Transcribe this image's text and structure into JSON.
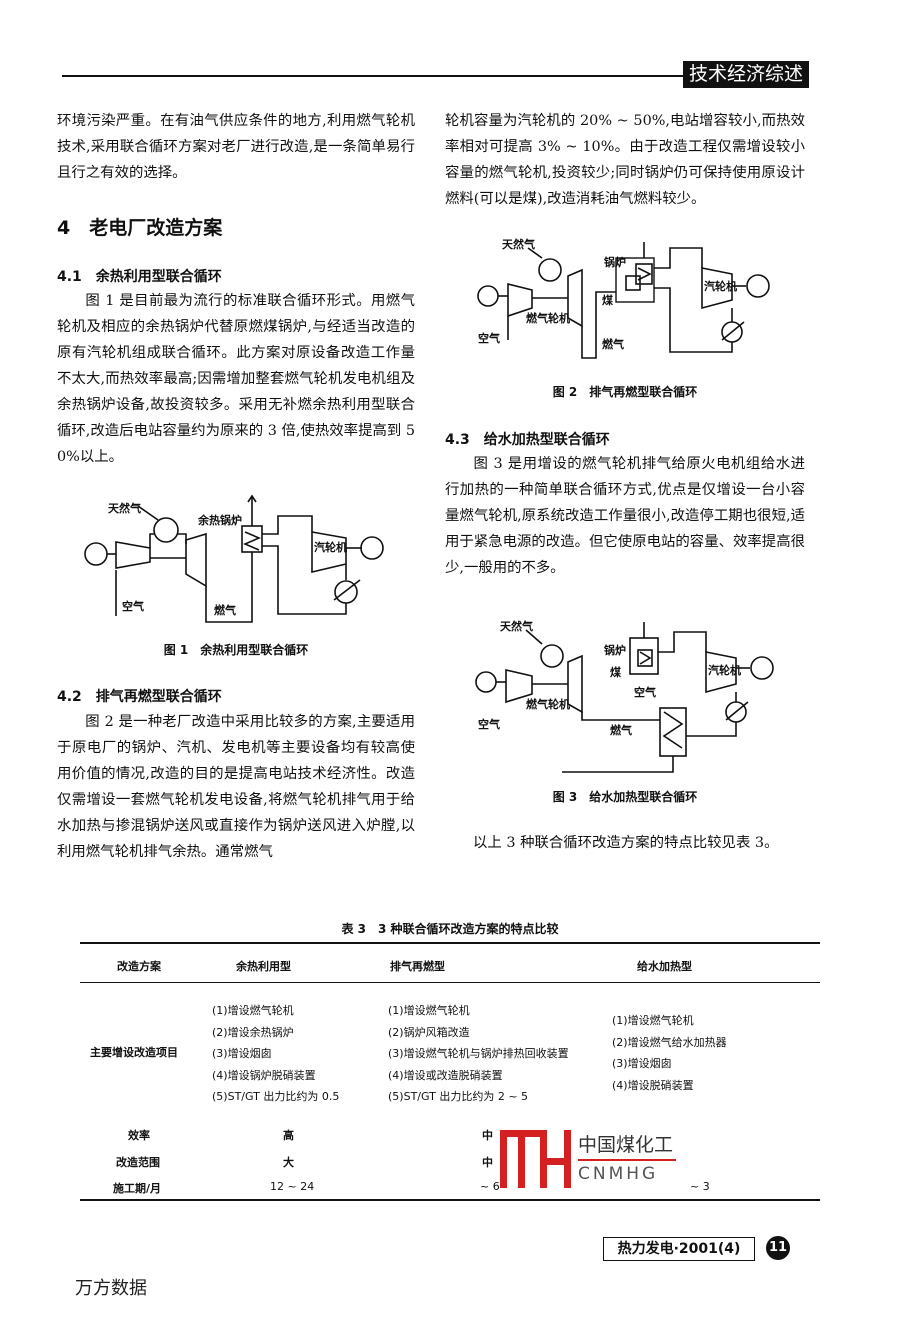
{
  "header": {
    "section_badge": "技术经济综述"
  },
  "left": {
    "p_intro": "环境污染严重。在有油气供应条件的地方,利用燃气轮机技术,采用联合循环方案对老厂进行改造,是一条简单易行且行之有效的选择。",
    "section_heading": "4　老电厂改造方案",
    "s41_heading": "4.1　余热利用型联合循环",
    "s41_para": "图 1 是目前最为流行的标准联合循环形式。用燃气轮机及相应的余热锅炉代替原燃煤锅炉,与经适当改造的原有汽轮机组成联合循环。此方案对原设备改造工作量不太大,而热效率最高;因需增加整套燃气轮机发电机组及余热锅炉设备,故投资较多。采用无补燃余热利用型联合循环,改造后电站容量约为原来的 3 倍,使热效率提高到 50%以上。",
    "fig1": {
      "labels": {
        "natural_gas": "天然气",
        "hrsg": "余热锅炉",
        "steam_turbine": "汽轮机",
        "air": "空气",
        "flue_gas": "燃气"
      },
      "caption": "图 1　余热利用型联合循环"
    },
    "s42_heading": "4.2　排气再燃型联合循环",
    "s42_para": "图 2 是一种老厂改造中采用比较多的方案,主要适用于原电厂的锅炉、汽机、发电机等主要设备均有较高使用价值的情况,改造的目的是提高电站技术经济性。改造仅需增设一套燃气轮机发电设备,将燃气轮机排气用于给水加热与掺混锅炉送风或直接作为锅炉送风进入炉膛,以利用燃气轮机排气余热。通常燃气"
  },
  "right": {
    "p_cont": "轮机容量为汽轮机的 20% ~ 50%,电站增容较小,而热效率相对可提高 3% ~ 10%。由于改造工程仅需增设较小容量的燃气轮机,投资较少;同时锅炉仍可保持使用原设计燃料(可以是煤),改造消耗油气燃料较少。",
    "fig2": {
      "labels": {
        "natural_gas": "天然气",
        "boiler": "锅炉",
        "coal": "煤",
        "steam_turbine": "汽轮机",
        "gas_turbine": "燃气轮机",
        "air": "空气",
        "flue_gas": "燃气"
      },
      "caption": "图 2　排气再燃型联合循环"
    },
    "s43_heading": "4.3　给水加热型联合循环",
    "s43_para": "图 3 是用增设的燃气轮机排气给原火电机组给水进行加热的一种简单联合循环方式,优点是仅增设一台小容量燃气轮机,原系统改造工作量很小,改造停工期也很短,适用于紧急电源的改造。但它使原电站的容量、效率提高很少,一般用的不多。",
    "fig3": {
      "labels": {
        "natural_gas": "天然气",
        "boiler": "锅炉",
        "coal": "煤",
        "air_small": "空气",
        "steam_turbine": "汽轮机",
        "gas_turbine": "燃气轮机",
        "air": "空气",
        "flue_gas": "燃气"
      },
      "caption": "图 3　给水加热型联合循环"
    },
    "closing": "以上 3 种联合循环改造方案的特点比较见表 3。"
  },
  "table": {
    "title": "表 3　3 种联合循环改造方案的特点比较",
    "headers": [
      "改造方案",
      "余热利用型",
      "排气再燃型",
      "给水加热型"
    ],
    "row_label": "主要增设改造项目",
    "col1": [
      "(1)增设燃气轮机",
      "(2)增设余热锅炉",
      "(3)增设烟囱",
      "(4)增设锅炉脱硝装置",
      "(5)ST/GT 出力比约为 0.5"
    ],
    "col2": [
      "(1)增设燃气轮机",
      "(2)锅炉风箱改造",
      "(3)增设燃气轮机与锅炉排热回收装置",
      "(4)增设或改造脱硝装置",
      "(5)ST/GT 出力比约为 2 ~ 5"
    ],
    "col3": [
      "(1)增设燃气轮机",
      "(2)增设燃气给水加热器",
      "(3)增设烟囱",
      "(4)增设脱硝装置"
    ],
    "rows": [
      {
        "label": "效率",
        "c1": "高",
        "c2": "中"
      },
      {
        "label": "改造范围",
        "c1": "大",
        "c2": "中"
      },
      {
        "label": "施工期/月",
        "c1": "12 ~ 24",
        "c2": "~ 6",
        "c3": "~ 3"
      }
    ]
  },
  "watermark": {
    "logo_letters": "MH",
    "cn": "中国煤化工",
    "en": "CNMHG",
    "color": "#d42020"
  },
  "footer": {
    "journal": "热力发电·2001(4)",
    "page": "11",
    "source": "万方数据"
  }
}
